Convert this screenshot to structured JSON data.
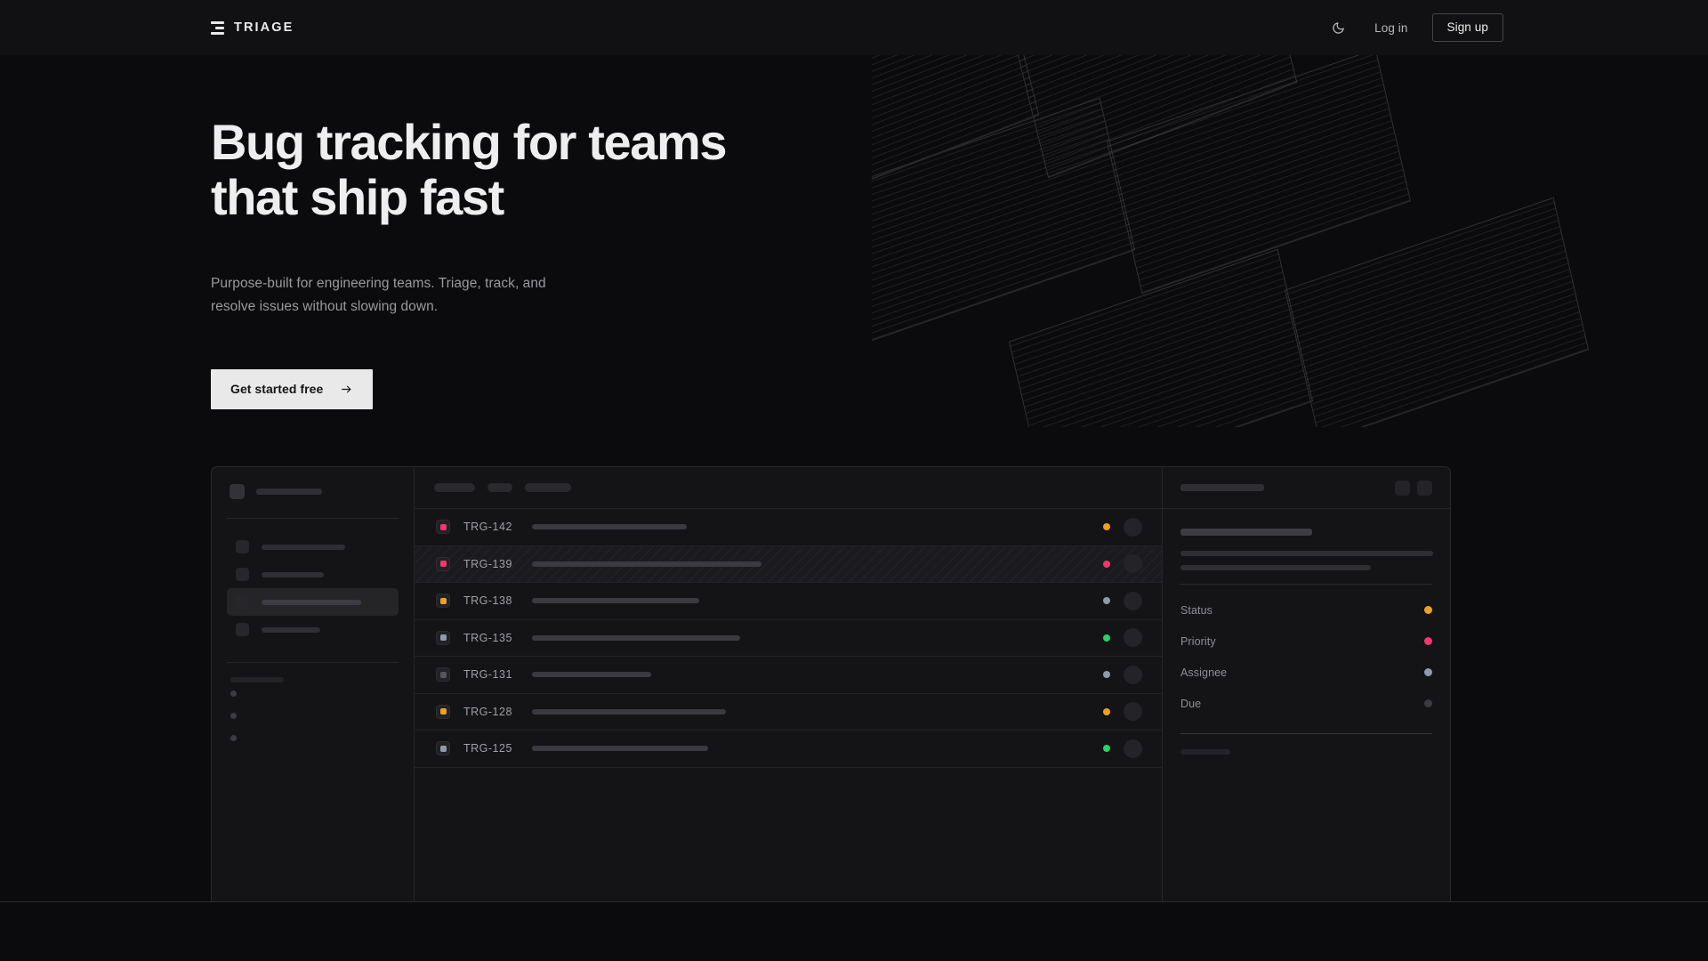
{
  "header": {
    "brand_name": "TRIAGE",
    "brand_icon": "stacked-bars-logo-icon",
    "theme_toggle_icon": "moon-icon",
    "login_label": "Log in",
    "signup_label": "Sign up"
  },
  "hero": {
    "title": "Bug tracking for teams\nthat ship fast",
    "subtitle": "Purpose-built for engineering teams. Triage, track, and\nresolve issues without slowing down.",
    "cta_label": "Get started free",
    "cta_icon": "arrow-right-icon"
  },
  "colors": {
    "background": "#0b0b0d",
    "header_bg": "#111113",
    "panel_bg": "#141417",
    "border": "#2a2a2e",
    "text_primary": "#eeeeee",
    "text_muted": "#9a9a9e",
    "cta_bg": "#e9e9e9",
    "status_orange": "#f0a020",
    "status_pink": "#f5356e",
    "status_green": "#25d366",
    "status_slate": "#8f9aad",
    "status_gray": "#3a3a40"
  },
  "app_preview": {
    "sidebar": {
      "brand_placeholder_width": 74,
      "nav_items": [
        {
          "width": 94,
          "active": false
        },
        {
          "width": 70,
          "active": false
        },
        {
          "width": 112,
          "active": true
        },
        {
          "width": 66,
          "active": false
        }
      ],
      "group_label_width": 60,
      "project_dots": 3
    },
    "list": {
      "filter_chips": [
        46,
        28,
        52
      ],
      "rows": [
        {
          "id": "TRG-142",
          "priority_color": "#f5356e",
          "title_width": 174,
          "status_color": "#f0a020",
          "selected": false
        },
        {
          "id": "TRG-139",
          "priority_color": "#f5356e",
          "title_width": 258,
          "status_color": "#f5356e",
          "selected": true
        },
        {
          "id": "TRG-138",
          "priority_color": "#f0a020",
          "title_width": 188,
          "status_color": "#8f9aad",
          "selected": false
        },
        {
          "id": "TRG-135",
          "priority_color": "#8f9aad",
          "title_width": 234,
          "status_color": "#25d366",
          "selected": false
        },
        {
          "id": "TRG-131",
          "priority_color": "#55555c",
          "title_width": 134,
          "status_color": "#8f9aad",
          "selected": false
        },
        {
          "id": "TRG-128",
          "priority_color": "#f0a020",
          "title_width": 218,
          "status_color": "#f0a020",
          "selected": false
        },
        {
          "id": "TRG-125",
          "priority_color": "#8f9aad",
          "title_width": 198,
          "status_color": "#25d366",
          "selected": false
        }
      ]
    },
    "detail": {
      "header_title_width": 94,
      "header_buttons": 2,
      "summary_width": 148,
      "body_line_widths": [
        284,
        214
      ],
      "meta": [
        {
          "label": "Status",
          "color": "#f0a020"
        },
        {
          "label": "Priority",
          "color": "#f5356e"
        },
        {
          "label": "Assignee",
          "color": "#8f9aad"
        },
        {
          "label": "Due",
          "color": "#3a3a40"
        }
      ],
      "activity_label_width": 56,
      "activity_avatars": 2
    }
  }
}
